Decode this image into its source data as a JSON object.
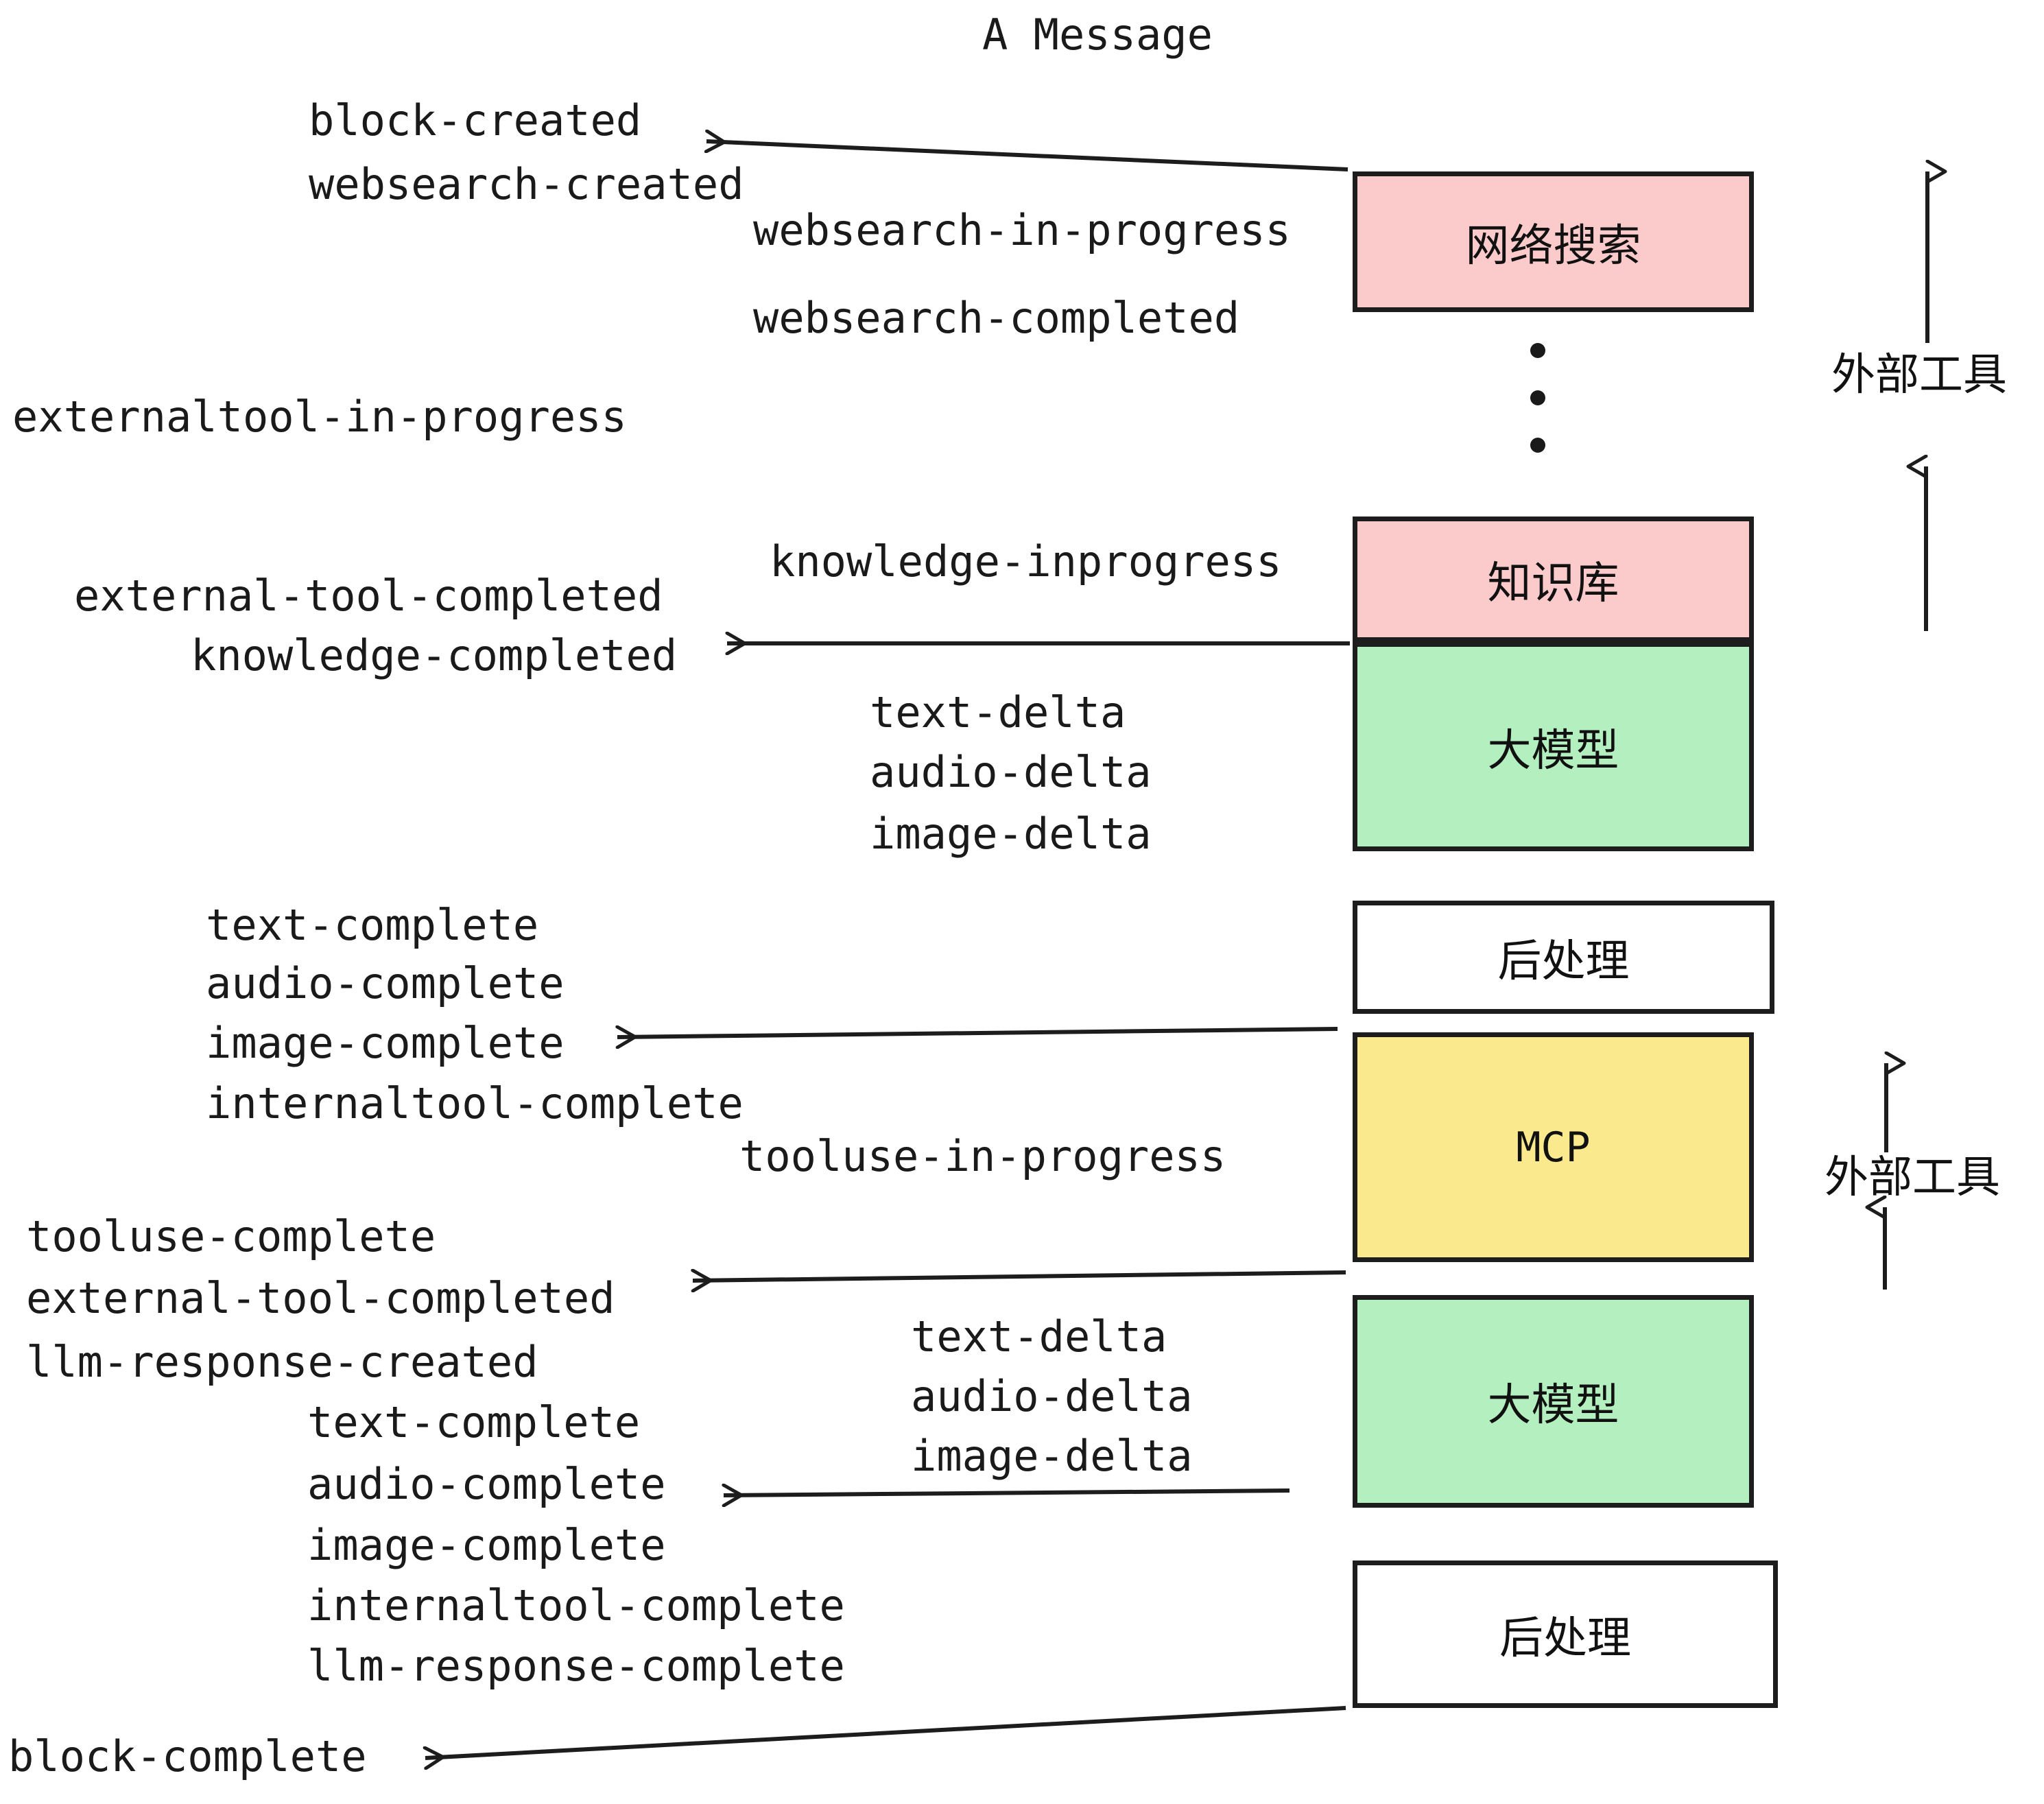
{
  "diagram": {
    "title": "A Message",
    "boxes": [
      {
        "id": "websearch",
        "label": "网络搜索",
        "color": "#fbcbcb"
      },
      {
        "id": "knowledge",
        "label": "知识库",
        "color": "#fbcbcb"
      },
      {
        "id": "llm1",
        "label": "大模型",
        "color": "#b4f0bf"
      },
      {
        "id": "post1",
        "label": "后处理",
        "color": "#ffffff"
      },
      {
        "id": "mcp",
        "label": "MCP",
        "color": "#fbe98e"
      },
      {
        "id": "llm2",
        "label": "大模型",
        "color": "#b4f0bf"
      },
      {
        "id": "post2",
        "label": "后处理",
        "color": "#ffffff"
      }
    ],
    "annotations": [
      {
        "id": "external-tools-top",
        "label": "外部工具"
      },
      {
        "id": "external-tools-bottom",
        "label": "外部工具"
      }
    ],
    "events": [
      {
        "id": "e01",
        "text": "block-created"
      },
      {
        "id": "e02",
        "text": "websearch-created"
      },
      {
        "id": "e03",
        "text": "websearch-in-progress"
      },
      {
        "id": "e04",
        "text": "websearch-completed"
      },
      {
        "id": "e05",
        "text": "externaltool-in-progress"
      },
      {
        "id": "e06",
        "text": "knowledge-inprogress"
      },
      {
        "id": "e07",
        "text": "external-tool-completed"
      },
      {
        "id": "e08",
        "text": "knowledge-completed"
      },
      {
        "id": "e09",
        "text": "text-delta"
      },
      {
        "id": "e10",
        "text": "audio-delta"
      },
      {
        "id": "e11",
        "text": "image-delta"
      },
      {
        "id": "e12",
        "text": "text-complete"
      },
      {
        "id": "e13",
        "text": "audio-complete"
      },
      {
        "id": "e14",
        "text": "image-complete"
      },
      {
        "id": "e15",
        "text": "internaltool-complete"
      },
      {
        "id": "e16",
        "text": "tooluse-in-progress"
      },
      {
        "id": "e17",
        "text": "tooluse-complete"
      },
      {
        "id": "e18",
        "text": "external-tool-completed"
      },
      {
        "id": "e19",
        "text": "llm-response-created"
      },
      {
        "id": "e20",
        "text": "text-delta"
      },
      {
        "id": "e21",
        "text": "audio-delta"
      },
      {
        "id": "e22",
        "text": "image-delta"
      },
      {
        "id": "e23",
        "text": "text-complete"
      },
      {
        "id": "e24",
        "text": "audio-complete"
      },
      {
        "id": "e25",
        "text": "image-complete"
      },
      {
        "id": "e26",
        "text": "internaltool-complete"
      },
      {
        "id": "e27",
        "text": "llm-response-complete"
      },
      {
        "id": "e28",
        "text": "block-complete"
      }
    ],
    "colors": {
      "stroke": "#1d1d1d",
      "pink": "#fbcbcb",
      "green": "#b4f0bf",
      "yellow": "#fbe98e",
      "white": "#ffffff"
    }
  }
}
